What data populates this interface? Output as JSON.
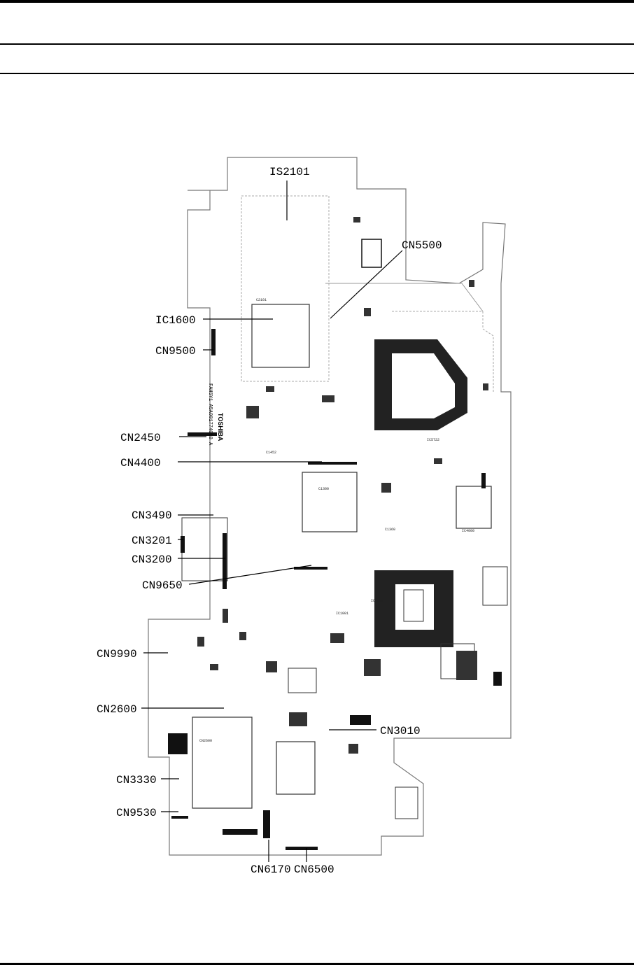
{
  "diagram": {
    "labels": [
      {
        "id": "IS2101",
        "text": "IS2101"
      },
      {
        "id": "CN5500",
        "text": "CN5500"
      },
      {
        "id": "IC1600",
        "text": "IC1600"
      },
      {
        "id": "CN9500",
        "text": "CN9500"
      },
      {
        "id": "CN2450",
        "text": "CN2450"
      },
      {
        "id": "CN4400",
        "text": "CN4400"
      },
      {
        "id": "CN3490",
        "text": "CN3490"
      },
      {
        "id": "CN3201",
        "text": "CN3201"
      },
      {
        "id": "CN3200",
        "text": "CN3200"
      },
      {
        "id": "CN9650",
        "text": "CN9650"
      },
      {
        "id": "CN9990",
        "text": "CN9990"
      },
      {
        "id": "CN2600",
        "text": "CN2600"
      },
      {
        "id": "CN3010",
        "text": "CN3010"
      },
      {
        "id": "CN3330",
        "text": "CN3330"
      },
      {
        "id": "CN9530",
        "text": "CN9530"
      },
      {
        "id": "CN6170",
        "text": "CN6170"
      },
      {
        "id": "CN6500",
        "text": "CN6500"
      }
    ],
    "silkscreen": {
      "brand": "TOSHIBA",
      "board_code": "FAH5Y1 A5A001774010 A"
    }
  }
}
